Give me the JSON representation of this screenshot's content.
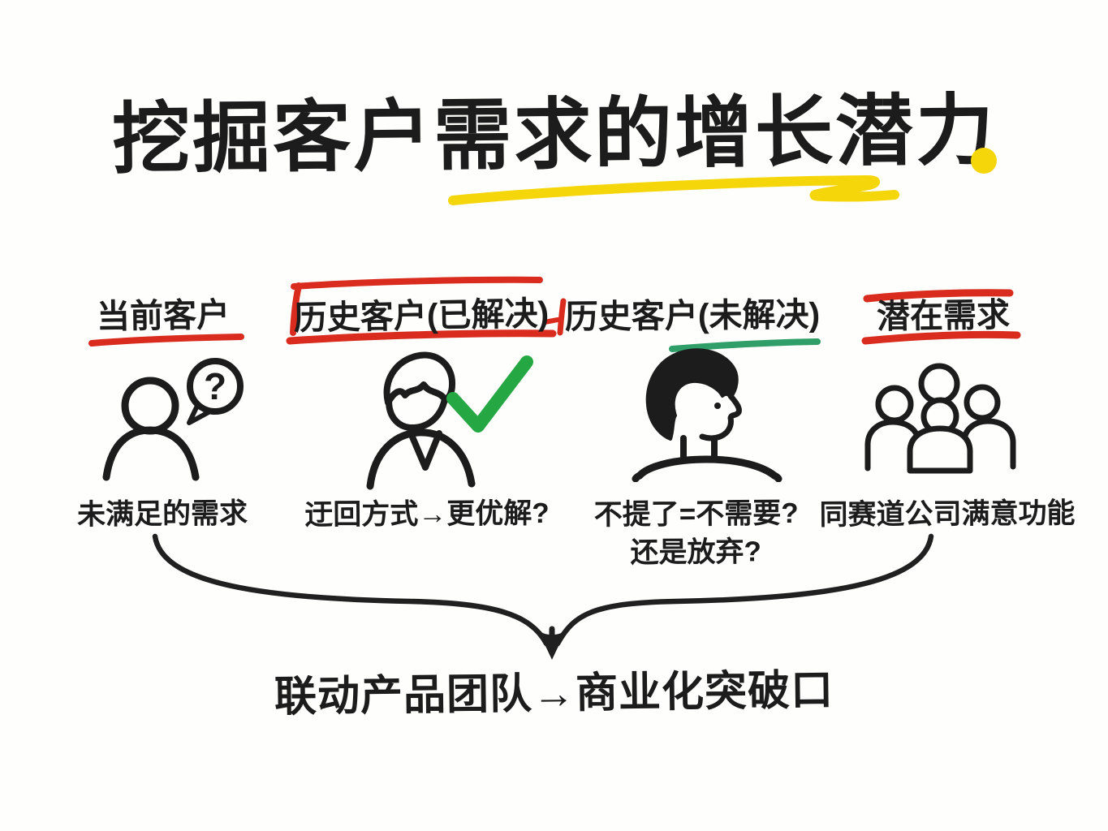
{
  "title": {
    "text": "挖掘客户需求的增长潜力"
  },
  "columns": [
    {
      "header": "当前客户",
      "highlight": "red-underline",
      "icon": "person-question-icon",
      "caption_lines": [
        "未满足的需求"
      ]
    },
    {
      "header": "历史客户(已解决)",
      "highlight": "red-open-box",
      "icon": "person-check-icon",
      "caption_lines": [
        "迂回方式→更优解?"
      ]
    },
    {
      "header": "历史客户(未解决)",
      "highlight": "green-underline",
      "icon": "person-side-profile-icon",
      "caption_lines": [
        "不提了=不需要?",
        "还是放弃?"
      ]
    },
    {
      "header": "潜在需求",
      "highlight": "red-double-line",
      "icon": "people-group-icon",
      "caption_lines": [
        "同赛道公司满意功能"
      ]
    }
  ],
  "conclusion": {
    "text": "联动产品团队→商业化突破口"
  },
  "icons": {
    "question_mark": "?"
  },
  "colors": {
    "ink": "#1c1c1c",
    "red": "#d92b1e",
    "green_underline": "#2f9e68",
    "green_check": "#25a843",
    "yellow": "#f5d60b",
    "background": "#fdfdfb"
  }
}
